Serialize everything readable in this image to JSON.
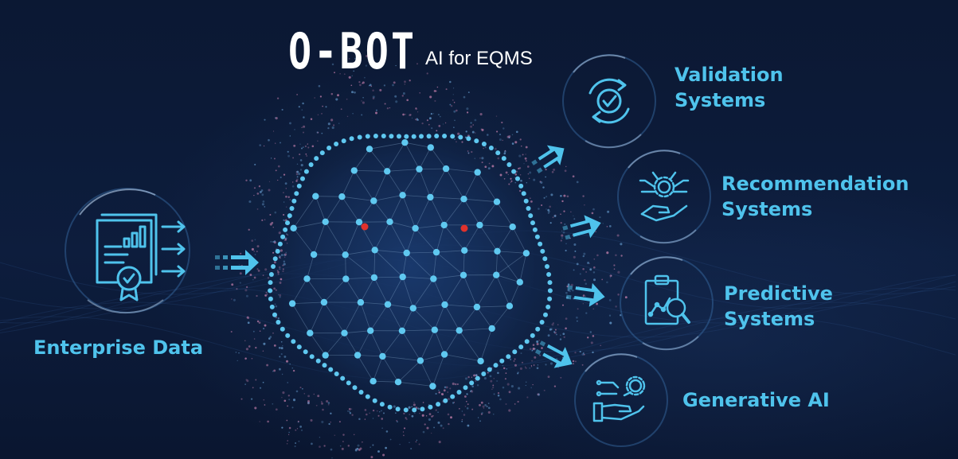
{
  "header": {
    "brand_name": "O-BOT",
    "brand_tagline": "AI for EQMS"
  },
  "input": {
    "label": "Enterprise Data",
    "icon": "document-chart-certificate-icon"
  },
  "outputs": [
    {
      "id": "validation",
      "lines": [
        "Validation",
        "Systems"
      ],
      "icon": "refresh-check-icon"
    },
    {
      "id": "recommendation",
      "lines": [
        "Recommendation",
        "Systems"
      ],
      "icon": "hand-gear-network-icon"
    },
    {
      "id": "predictive",
      "lines": [
        "Predictive",
        "Systems"
      ],
      "icon": "clipboard-chart-magnifier-icon"
    },
    {
      "id": "generative",
      "lines": [
        "Generative AI"
      ],
      "icon": "hand-gear-circuit-icon"
    }
  ],
  "colors": {
    "background": "#0c1a36",
    "accent": "#4fc3ec",
    "node": "#5fc8f0",
    "highlight_node": "#e0322c",
    "title": "#ffffff",
    "halo_pink": "#d88ab8"
  }
}
